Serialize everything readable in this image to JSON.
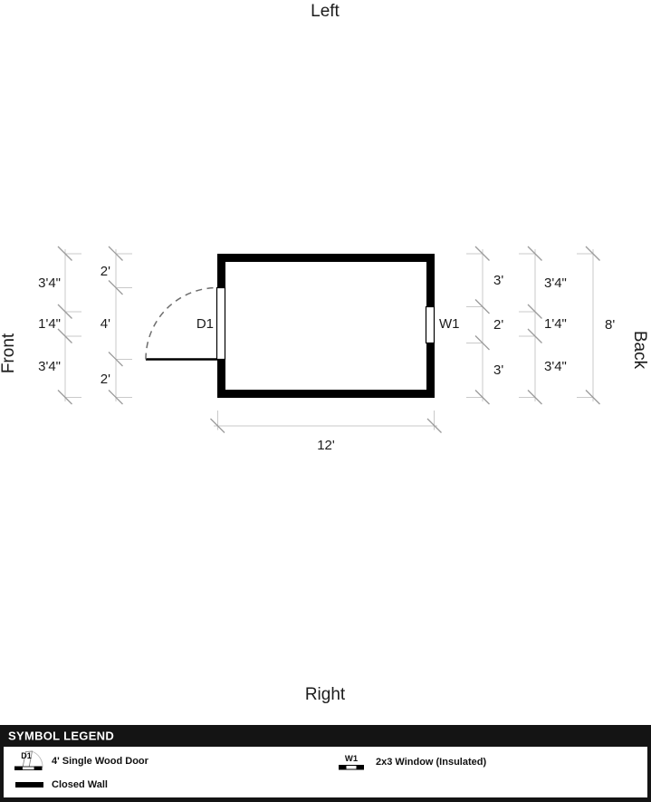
{
  "orientation": {
    "top": "Left",
    "bottom": "Right",
    "left": "Front",
    "right": "Back"
  },
  "plan": {
    "door_label": "D1",
    "window_label": "W1"
  },
  "dimensions": {
    "left_outer": [
      "3'4\"",
      "1'4\"",
      "3'4\""
    ],
    "left_inner": [
      "2'",
      "4'",
      "2'"
    ],
    "right_inner": [
      "3'",
      "2'",
      "3'"
    ],
    "right_middle": [
      "3'4\"",
      "1'4\"",
      "3'4\""
    ],
    "right_total": "8'",
    "bottom_total": "12'"
  },
  "legend": {
    "title": "SYMBOL LEGEND",
    "items": [
      {
        "code": "D1",
        "label": "4' Single Wood Door"
      },
      {
        "code": "W1",
        "label": "2x3 Window (Insulated)"
      },
      {
        "code": "",
        "label": "Closed Wall"
      }
    ]
  },
  "colors": {
    "wall": "#000000",
    "dim_line": "#c9c9c9",
    "tick": "#9b9b9b",
    "door_arc": "#6e6e6e",
    "legend_header_bg": "#141414",
    "legend_header_text": "#ffffff"
  }
}
